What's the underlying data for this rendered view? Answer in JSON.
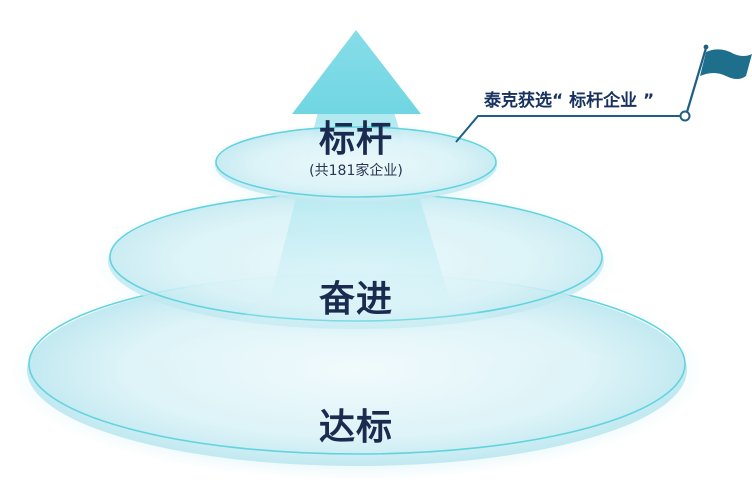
{
  "tiers": {
    "top": {
      "label": "标杆",
      "sub": "(共181家企业)"
    },
    "middle": {
      "label": "奋进"
    },
    "bottom": {
      "label": "达标"
    }
  },
  "callout": {
    "text": "泰克获选“ 标杆企业 ”"
  },
  "colors": {
    "arrow": "#7fdbe6",
    "ring_stroke": "#5fd3de",
    "ring_fill": "#d6f1f6",
    "label": "#1b2b4f",
    "callout": "#17325e",
    "flag": "#1e6f8c"
  }
}
